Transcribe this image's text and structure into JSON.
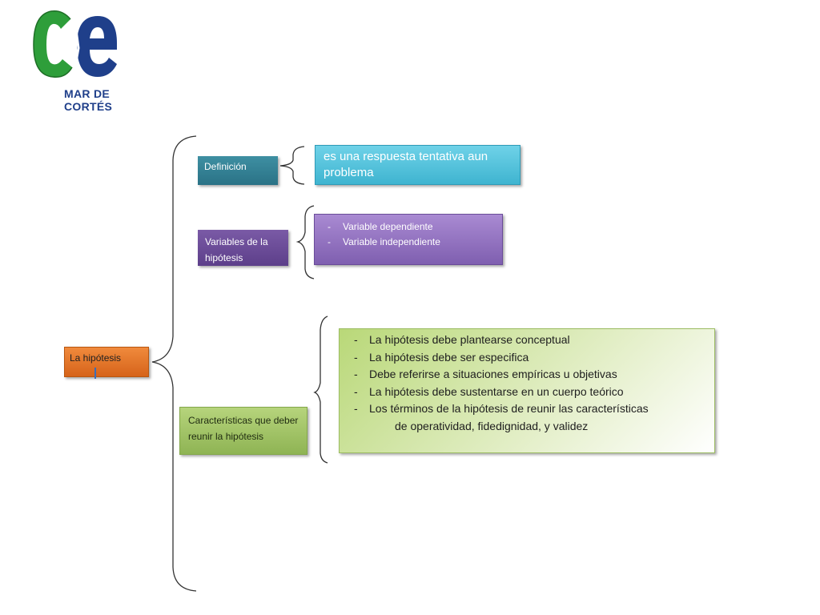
{
  "logo": {
    "letters": "ce",
    "tagline": "MAR DE CORTÉS",
    "colors": {
      "c": "#2e9e3a",
      "e": "#1f3f8a"
    }
  },
  "diagram": {
    "root": {
      "label": "La hipótesis",
      "color": "#e8782a"
    },
    "definicion": {
      "label": "Definición",
      "content": "es una respuesta tentativa aun problema",
      "colors": {
        "label": "#2f7c8f",
        "content": "#54c3dd"
      }
    },
    "variables": {
      "label": "Variables de la hipótesis",
      "items": [
        "Variable dependiente",
        "Variable independiente"
      ],
      "colors": {
        "label": "#6a4a97",
        "content": "#9474c4"
      }
    },
    "caracteristicas": {
      "label": "Características que deber reunir la hipótesis",
      "items": [
        "La hipótesis debe plantearse conceptual",
        "La hipótesis debe ser especifica",
        "Debe referirse a situaciones empíricas  u objetivas",
        "La hipótesis debe sustentarse en un cuerpo teórico",
        "Los términos  de la hipótesis de reunir las características"
      ],
      "continuation": "de operatividad, fidedignidad, y validez",
      "colors": {
        "label": "#a2c466",
        "content": "#c9e09a"
      }
    }
  }
}
